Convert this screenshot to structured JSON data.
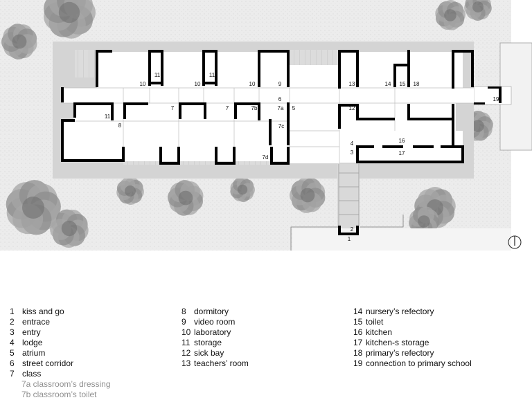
{
  "plan": {
    "room_labels": [
      {
        "id": "lbl-1",
        "text": "1"
      },
      {
        "id": "lbl-2",
        "text": "2"
      },
      {
        "id": "lbl-3",
        "text": "3"
      },
      {
        "id": "lbl-4",
        "text": "4"
      },
      {
        "id": "lbl-5",
        "text": "5"
      },
      {
        "id": "lbl-6",
        "text": "6"
      },
      {
        "id": "lbl-7a-top",
        "text": "7"
      },
      {
        "id": "lbl-7b-top",
        "text": "7"
      },
      {
        "id": "lbl-7b",
        "text": "7b"
      },
      {
        "id": "lbl-7a",
        "text": "7a"
      },
      {
        "id": "lbl-7c",
        "text": "7c"
      },
      {
        "id": "lbl-7d",
        "text": "7d"
      },
      {
        "id": "lbl-8",
        "text": "8"
      },
      {
        "id": "lbl-9",
        "text": "9"
      },
      {
        "id": "lbl-10a",
        "text": "10"
      },
      {
        "id": "lbl-10b",
        "text": "10"
      },
      {
        "id": "lbl-10c",
        "text": "10"
      },
      {
        "id": "lbl-11a",
        "text": "11"
      },
      {
        "id": "lbl-11b",
        "text": "11"
      },
      {
        "id": "lbl-11c",
        "text": "11"
      },
      {
        "id": "lbl-12",
        "text": "12"
      },
      {
        "id": "lbl-13",
        "text": "13"
      },
      {
        "id": "lbl-14",
        "text": "14"
      },
      {
        "id": "lbl-15",
        "text": "15"
      },
      {
        "id": "lbl-16",
        "text": "16"
      },
      {
        "id": "lbl-17",
        "text": "17"
      },
      {
        "id": "lbl-18",
        "text": "18"
      },
      {
        "id": "lbl-19",
        "text": "19"
      }
    ],
    "colors": {
      "ground": "#e9e9e9",
      "paving": "#d2d2d2",
      "interior": "#ffffff",
      "wall": "#000000",
      "tree": "#8a8a8a"
    }
  },
  "legend": {
    "col1": [
      {
        "num": "1",
        "text": "kiss and go"
      },
      {
        "num": "2",
        "text": "entrace"
      },
      {
        "num": "3",
        "text": "entry"
      },
      {
        "num": "4",
        "text": "lodge"
      },
      {
        "num": "5",
        "text": "atrium"
      },
      {
        "num": "6",
        "text": "street corridor"
      },
      {
        "num": "7",
        "text": "class"
      }
    ],
    "col1_sub": [
      {
        "text": "7a classroom’s dressing"
      },
      {
        "text": "7b classroom’s toilet"
      }
    ],
    "col2": [
      {
        "num": "8",
        "text": "dormitory"
      },
      {
        "num": "9",
        "text": "video room"
      },
      {
        "num": "10",
        "text": "laboratory"
      },
      {
        "num": "11",
        "text": "storage"
      },
      {
        "num": "12",
        "text": "sick bay"
      },
      {
        "num": "13",
        "text": "teachers’ room"
      }
    ],
    "col3": [
      {
        "num": "14",
        "text": "nursery’s refectory"
      },
      {
        "num": "15",
        "text": "toilet"
      },
      {
        "num": "16",
        "text": "kitchen"
      },
      {
        "num": "17",
        "text": "kitchen-s storage"
      },
      {
        "num": "18",
        "text": "primary’s refectory"
      },
      {
        "num": "19",
        "text": "connection to primary school"
      }
    ]
  }
}
